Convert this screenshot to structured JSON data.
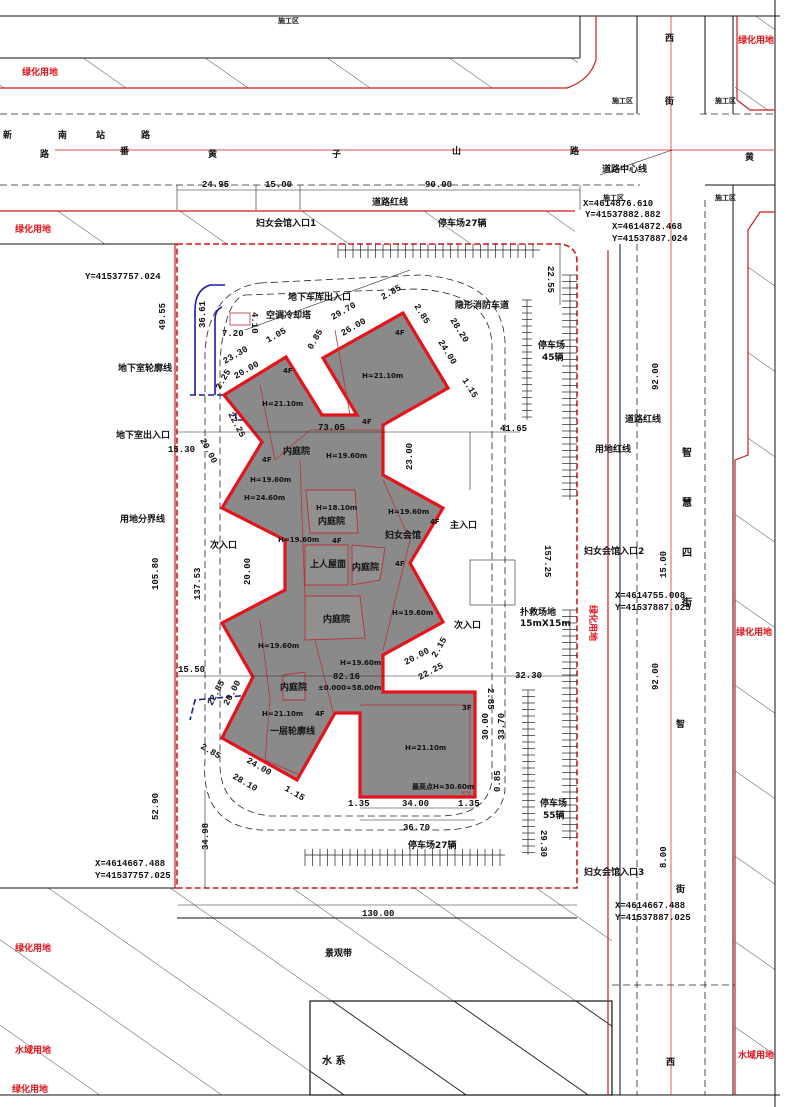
{
  "zones": {
    "construction": "施工区",
    "green": "绿化用地",
    "water_use": "水域用地",
    "landscape": "景观带",
    "water": "水 系"
  },
  "roads": {
    "north_name_upper": [
      "新",
      "南",
      "站",
      "路"
    ],
    "north_name_lower": [
      "路",
      "番",
      "黄",
      "子",
      "山",
      "路",
      "黄"
    ],
    "east_name_top": [
      "西",
      "街"
    ],
    "east_name_mid": [
      "智",
      "慧",
      "四",
      "街"
    ],
    "east_name_low": [
      "智",
      "街"
    ],
    "east_name_bottom": "西",
    "centerline": "道路中心线",
    "red_line": "道路红线",
    "site_red_line": "用地红线",
    "site_boundary": "用地分界线"
  },
  "annotations": {
    "entrance1": "妇女会馆入口1",
    "entrance2": "妇女会馆入口2",
    "entrance3": "妇女会馆入口3",
    "parking_north": "停车场27辆",
    "parking_south": "停车场27辆",
    "parking_east_a": "停车场",
    "parking_east_a_count": "45辆",
    "parking_east_b": "停车场",
    "parking_east_b_count": "55辆",
    "garage_exit": "地下车库出入口",
    "fire_lane": "隐形消防车道",
    "cooling_tower": "空调冷却塔",
    "basement_outline": "地下室轮廓线",
    "basement_entrance": "地下室出入口",
    "main_entrance": "主入口",
    "side_entrance": "次入口",
    "rescue_site": "扑救场地",
    "rescue_size": "15mX15m",
    "ground_outline": "一层轮廓线",
    "roof_terrace": "上人屋面",
    "courtyard": "内庭院",
    "hall": "妇女会馆",
    "highest_point": "最高点H=30.60m",
    "datum": "±0.000=58.00m"
  },
  "coordinates": {
    "nw_y": "Y=41537757.024",
    "ne1_x": "X=4614876.610",
    "ne1_y": "Y=41537882.882",
    "ne2_x": "X=4614872.468",
    "ne2_y": "Y=41537887.024",
    "e_x": "X=4614755.008",
    "e_y": "Y=41537887.025",
    "sw_x": "X=4614667.488",
    "sw_y": "Y=41537757.025",
    "se_x": "X=4614667.488",
    "se_y": "Y=41537887.025"
  },
  "buildings": {
    "h2110": "H=21.10m",
    "h1960": "H=19.60m",
    "h2460": "H=24.60m",
    "h1810": "H=18.10m",
    "floors4": "4F",
    "floors3": "3F"
  },
  "dimensions": {
    "top": [
      "24.95",
      "15.00",
      "90.00"
    ],
    "d22_55": "22.55",
    "d49_55": "49.55",
    "d36_61": "36.61",
    "d4_10": "4.10",
    "d7_20": "7.20",
    "d29_70": "29.70",
    "d26_00": "26.00",
    "d2_85": "2.85",
    "d28_20": "28.20",
    "d24_00": "24.00",
    "d1_15": "1.15",
    "d23_30": "23.30",
    "d20_00": "20.00",
    "d1_05": "1.05",
    "d0_85": "0.85",
    "d2_25": "2.25",
    "d15_30": "15.30",
    "d22_25": "22.25",
    "d73_05": "73.05",
    "d23_00": "23.00",
    "d41_65": "41.65",
    "d92_00": "92.00",
    "d157_25": "157.25",
    "d15_00": "15.00",
    "d105_80": "105.80",
    "d137_53": "137.53",
    "d15_50": "15.50",
    "d22_85": "22.85",
    "d28_10": "28.10",
    "d82_16": "82.16",
    "d2_15": "2.15",
    "d32_30": "32.30",
    "d30_00": "30.00",
    "d33_70": "33.70",
    "d1_35": "1.35",
    "d34_00": "34.00",
    "d36_70": "36.70",
    "d29_30": "29.30",
    "d52_90": "52.90",
    "d34_98": "34.98",
    "d130_00": "130.00",
    "d8_00": "8.00"
  }
}
